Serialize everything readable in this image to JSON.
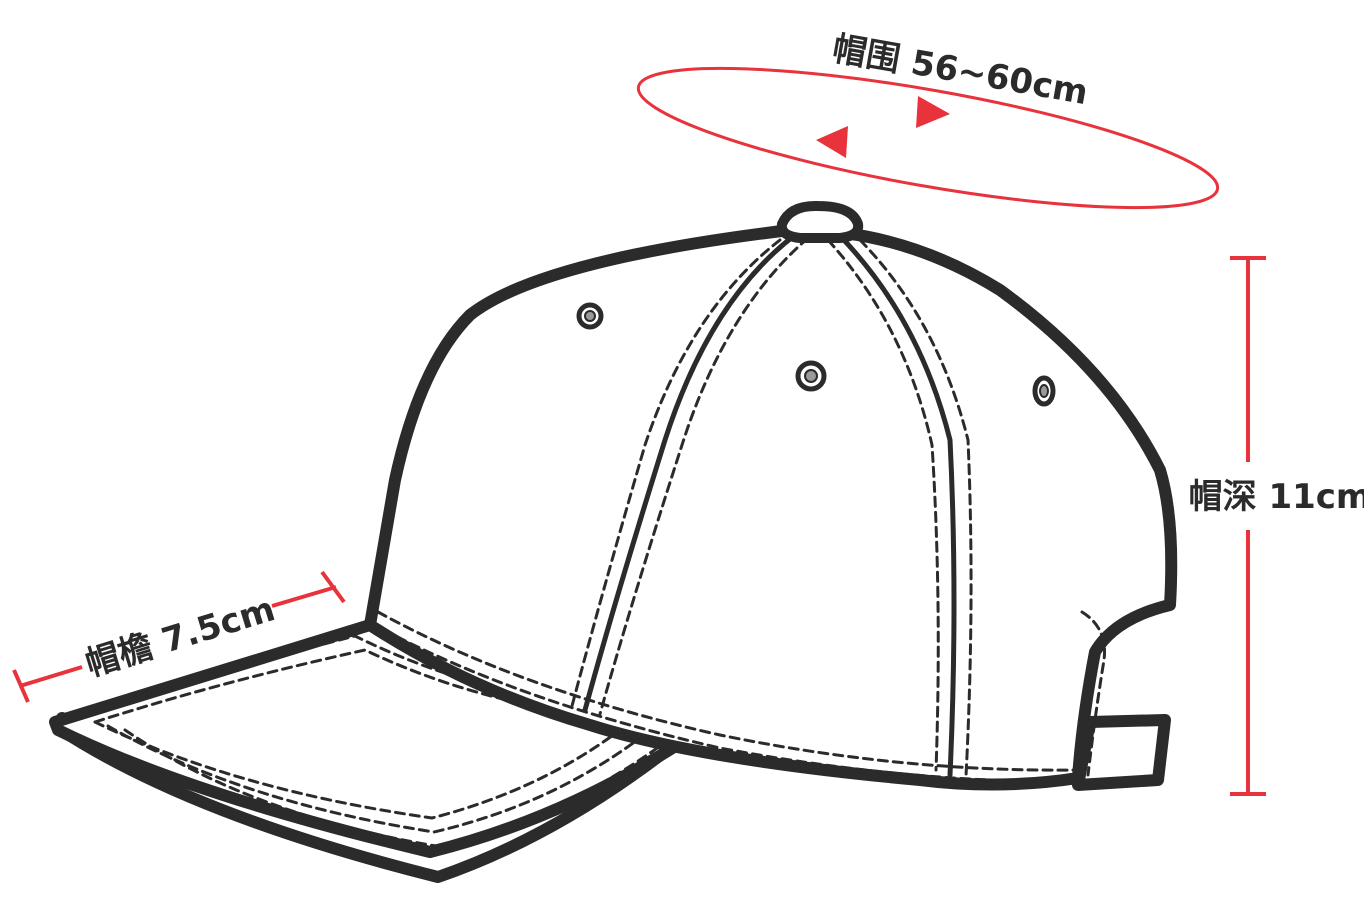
{
  "labels": {
    "circumference": "帽围 56~60cm",
    "depth": "帽深 11cm",
    "brim": "帽檐 7.5cm"
  },
  "colors": {
    "outline": "#2b2b2b",
    "dimension": "#e8323c",
    "fill": "#ffffff",
    "eyelet": "#9a9a9a"
  },
  "icons": {
    "arrow_forward": "right-arrow-icon",
    "arrow_back": "left-arrow-icon"
  }
}
